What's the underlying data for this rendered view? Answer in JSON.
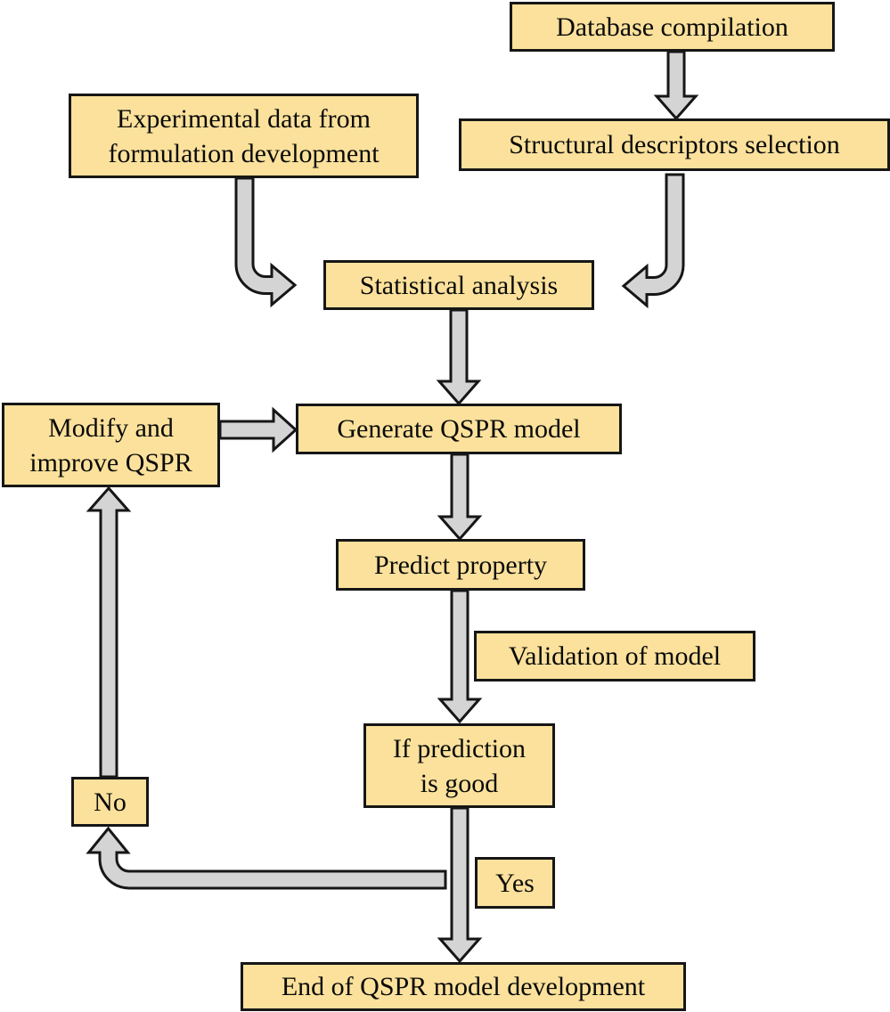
{
  "colors": {
    "background": "#ffffff",
    "box_fill": "#fbe19b",
    "box_border": "#161616",
    "arrow_fill": "#d4d4d4",
    "arrow_outline": "#161616",
    "text": "#0a0a0a"
  },
  "nodes": {
    "database_compilation": {
      "label": "Database compilation"
    },
    "experimental_data": {
      "label": "Experimental data from\nformulation development"
    },
    "structural_descriptors": {
      "label": "Structural descriptors selection"
    },
    "statistical_analysis": {
      "label": "Statistical analysis"
    },
    "modify_improve": {
      "label": "Modify and\nimprove QSPR"
    },
    "generate_model": {
      "label": "Generate QSPR model"
    },
    "predict_property": {
      "label": "Predict property"
    },
    "validation": {
      "label": "Validation of model"
    },
    "if_prediction": {
      "label": "If prediction\nis good"
    },
    "no": {
      "label": "No"
    },
    "yes": {
      "label": "Yes"
    },
    "end": {
      "label": "End of QSPR model development"
    }
  },
  "edges": [
    {
      "from": "database_compilation",
      "to": "structural_descriptors"
    },
    {
      "from": "structural_descriptors",
      "to": "statistical_analysis"
    },
    {
      "from": "experimental_data",
      "to": "statistical_analysis"
    },
    {
      "from": "statistical_analysis",
      "to": "generate_model"
    },
    {
      "from": "modify_improve",
      "to": "generate_model"
    },
    {
      "from": "generate_model",
      "to": "predict_property"
    },
    {
      "from": "predict_property",
      "to": "if_prediction",
      "annotation": "validation"
    },
    {
      "from": "if_prediction",
      "to": "end",
      "annotation": "yes"
    },
    {
      "from": "if_prediction",
      "to": "no"
    },
    {
      "from": "no",
      "to": "modify_improve"
    }
  ]
}
